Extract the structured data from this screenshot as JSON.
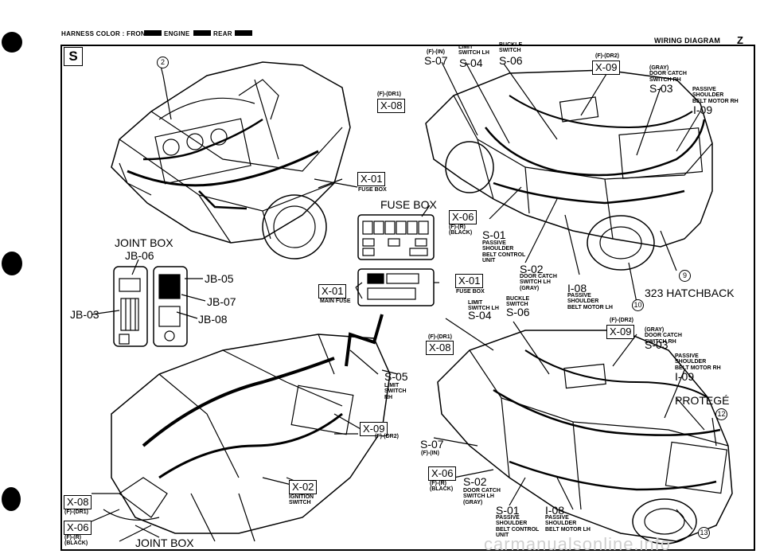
{
  "header": {
    "harness_color": "HARNESS COLOR : FRONT",
    "engine": "ENGINE",
    "rear": "REAR",
    "right_title": "WIRING DIAGRAM",
    "section_letter": "Z",
    "section_box": "S"
  },
  "labels": {
    "circle2": "2",
    "circle9": "9",
    "circle10": "10",
    "circle12": "12",
    "circle13": "13",
    "joint_box_top": "JOINT BOX",
    "jb06": "JB-06",
    "jb05": "JB-05",
    "jb07": "JB-07",
    "jb08": "JB-08",
    "jb03": "JB-03",
    "fuse_box_big": "FUSE BOX",
    "x01_top": "X-01",
    "fuse_box_small_top": "FUSE BOX",
    "x01_main": "X-01",
    "main_fuse": "MAIN FUSE",
    "x01_mid": "X-01",
    "fuse_box_mid": "FUSE BOX",
    "x08_top_conn": "(F)-(DR1)",
    "x08_top": "X-08",
    "s07_conn": "(F)-(IN)",
    "s07_top": "S-07",
    "limit_switch_lh_top": "LIMIT\nSWITCH LH",
    "s04_top": "S-04",
    "buckle_switch_top": "BUCKLE\nSWITCH",
    "s06_top": "S-06",
    "x09_conn_top": "(F)-(DR2)",
    "x09_top": "X-09",
    "gray_door_top": "(GRAY)\nDOOR CATCH\nSWITCH RH",
    "s03_top": "S-03",
    "passive_rh_top": "PASSIVE\nSHOULDER\nBELT MOTOR RH",
    "i09_top": "I-09",
    "x06_top": "X-06",
    "x06_top_conn": "(F)-(R)\n(BLACK)",
    "s01_top": "S-01",
    "s01_top_desc": "PASSIVE\nSHOULDER\nBELT CONTROL\nUNIT",
    "s02_top": "S-02",
    "s02_top_desc": "DOOR CATCH\nSWITCH LH\n(GRAY)",
    "i08_top": "I-08",
    "i08_top_desc": "PASSIVE\nSHOULDER\nBELT MOTOR LH",
    "hatchback": "323 HATCHBACK",
    "buckle_switch_mid": "BUCKLE\nSWITCH",
    "s06_mid": "S-06",
    "limit_switch_lh_mid": "LIMIT\nSWITCH LH",
    "s04_mid": "S-04",
    "x09_conn_mid": "(F)-(DR2)",
    "x09_mid": "X-09",
    "gray_door_mid": "(GRAY)\nDOOR CATCH\nSWITCH RH",
    "s03_mid": "S-03",
    "passive_rh_mid": "PASSIVE\nSHOULDER\nBELT MOTOR RH",
    "i09_mid": "I-09",
    "protege": "PROTEGÉ",
    "x08_mid_conn": "(F)-(DR1)",
    "x08_mid": "X-08",
    "s05": "S-05",
    "s05_desc": "LIMIT\nSWITCH\nRH",
    "x09_dash": "X-09",
    "x09_dash_conn": "(F)-(DR2)",
    "s07_bot": "S-07",
    "s07_bot_conn": "(F)-(IN)",
    "x06_bot": "X-06",
    "x06_bot_conn": "(F)-(R)\n(BLACK)",
    "s02_bot": "S-02",
    "s02_bot_desc": "DOOR CATCH\nSWITCH LH\n(GRAY)",
    "s01_bot": "S-01",
    "s01_bot_desc": "PASSIVE\nSHOULDER\nBELT CONTROL\nUNIT",
    "i08_bot": "I-08",
    "i08_bot_desc": "PASSIVE\nSHOULDER\nBELT MOTOR LH",
    "x02": "X-02",
    "x02_desc": "IGNITION\nSWITCH",
    "x08_left": "X-08",
    "x08_left_conn": "(F)-(DR1)",
    "x06_left": "X-06",
    "x06_left_conn": "(F)-(R)\n(BLACK)",
    "joint_box_bot": "JOINT BOX"
  },
  "watermark": "carmanualsonline.info"
}
